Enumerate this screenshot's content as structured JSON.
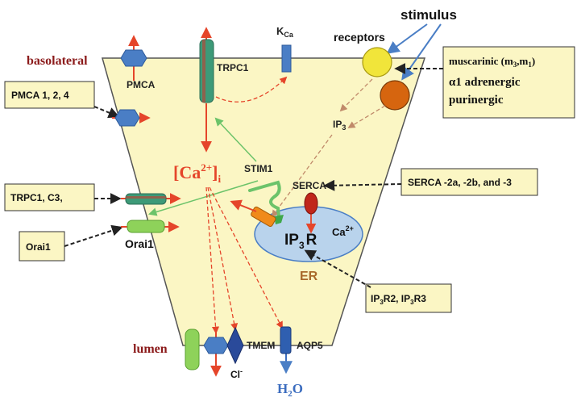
{
  "labels": {
    "basolateral": "basolateral",
    "lumen": "lumen",
    "stimulus": "stimulus",
    "receptors": "receptors",
    "pmca": "PMCA",
    "trpc1_top": "TRPC1",
    "kca_main": "K",
    "kca_sub": "Ca",
    "ip3_main": "IP",
    "ip3_sub": "3",
    "ca_main": "[Ca",
    "ca_sup": "2+",
    "ca_close": "]",
    "ca_sub": "i",
    "stim1": "STIM1",
    "serca": "SERCA",
    "ip3r_main": "IP",
    "ip3r_sub": "3",
    "ip3r_r": "R",
    "er_ca": "Ca",
    "er_ca_sup": "2+",
    "er": "ER",
    "orai1": "Orai1",
    "tmem": "TMEM",
    "aqp5": "AQP5",
    "cl": "Cl",
    "cl_sup": "-",
    "h2o_h": "H",
    "h2o_2": "2",
    "h2o_o": "O"
  },
  "boxes": {
    "muscarinic_line1_a": "muscarinic (m",
    "muscarinic_sub1": "3",
    "muscarinic_mid": ",m",
    "muscarinic_sub2": "1",
    "muscarinic_close": ")",
    "adrenergic": "α1 adrenergic",
    "purinergic": "purinergic",
    "pmca": "PMCA 1, 2, 4",
    "trpc": "TRPC1, C3,",
    "orai": "Orai1",
    "serca": "SERCA -2a, -2b, and -3",
    "ip3r_a": "IP",
    "ip3r_a_sub": "3",
    "ip3r_a_r": "R2, IP",
    "ip3r_b_sub": "3",
    "ip3r_b_r": "R3"
  },
  "colors": {
    "cell_fill": "#fbf6c4",
    "box_fill": "#fbf6c4",
    "red_arrow": "#e5452a",
    "green_arrow": "#6cc36a",
    "blue_shape": "#4a7fc1",
    "stimulus_blue": "#4a7ec5",
    "label_red": "#8b1a1a",
    "receptor_yellow": "#f1e53a",
    "receptor_orange": "#d6650f",
    "er_fill": "#b9d3ec",
    "er_label": "#a96a2c",
    "ca_label": "#e5452a",
    "h2o": "#3c6dbf"
  },
  "icons": {
    "pmca": "hexagon-icon",
    "trpc1": "channel-cylinder-icon",
    "kca": "channel-rect-icon",
    "aqp5": "water-channel-icon",
    "tmem": "diamond-icon"
  }
}
